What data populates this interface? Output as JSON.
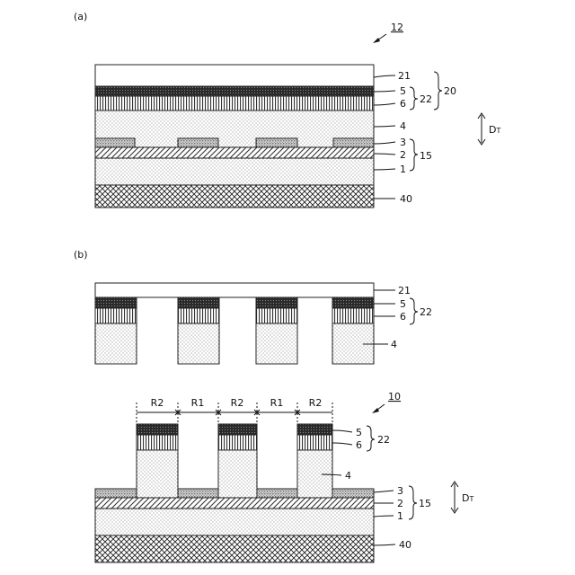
{
  "figure_a": {
    "panel_label": "(a)",
    "ref_number": "12",
    "labels": {
      "l21": "21",
      "l5": "5",
      "l6": "6",
      "l4": "4",
      "l3": "3",
      "l2": "2",
      "l1": "1",
      "l40": "40",
      "l22": "22",
      "l20": "20",
      "l15": "15"
    },
    "dimension": {
      "main": "D",
      "sub": "T"
    }
  },
  "figure_b_top": {
    "panel_label": "(b)",
    "labels": {
      "l21": "21",
      "l5": "5",
      "l6": "6",
      "l4": "4",
      "l22": "22"
    }
  },
  "figure_b_bottom": {
    "ref_number": "10",
    "region_labels": [
      "R2",
      "R1",
      "R2",
      "R1",
      "R2"
    ],
    "labels": {
      "l5": "5",
      "l6": "6",
      "l4": "4",
      "l3": "3",
      "l2": "2",
      "l1": "1",
      "l40": "40",
      "l22": "22",
      "l15": "15"
    },
    "dimension": {
      "main": "D",
      "sub": "T"
    }
  }
}
